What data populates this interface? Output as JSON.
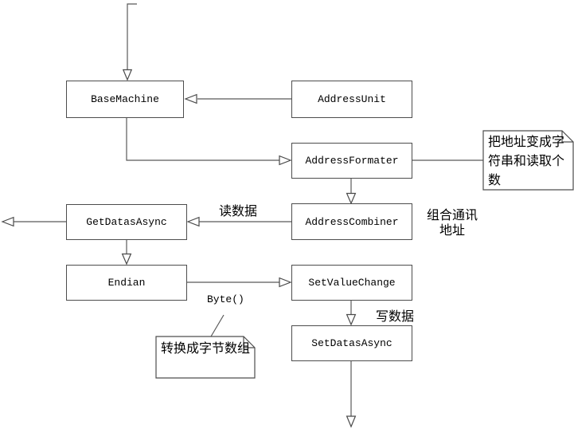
{
  "diagram": {
    "title": "machine communication class flow diagram",
    "nodes": [
      {
        "id": "base-machine",
        "label": "BaseMachine"
      },
      {
        "id": "address-unit",
        "label": "AddressUnit"
      },
      {
        "id": "address-formater",
        "label": "AddressFormater"
      },
      {
        "id": "address-combiner",
        "label": "AddressCombiner"
      },
      {
        "id": "get-datas-async",
        "label": "GetDatasAsync"
      },
      {
        "id": "endian",
        "label": "Endian"
      },
      {
        "id": "set-value-change",
        "label": "SetValueChange"
      },
      {
        "id": "set-datas-async",
        "label": "SetDatasAsync"
      }
    ],
    "notes": [
      {
        "id": "note-format-address",
        "text": "把地址变成字符串和读取个数"
      },
      {
        "id": "note-to-bytes",
        "text": "转换成字节数组"
      }
    ],
    "edge_labels": [
      {
        "id": "read-data",
        "text": "读数据"
      },
      {
        "id": "combine-address",
        "text": "组合通讯\n地址"
      },
      {
        "id": "byte-call",
        "text": "Byte()"
      },
      {
        "id": "write-data",
        "text": "写数据"
      }
    ],
    "colors": {
      "background": "#ffffff",
      "line": "#595959",
      "node_border": "#4d4d4d",
      "text": "#000000",
      "arrowhead_fill": "#ffffff"
    }
  }
}
